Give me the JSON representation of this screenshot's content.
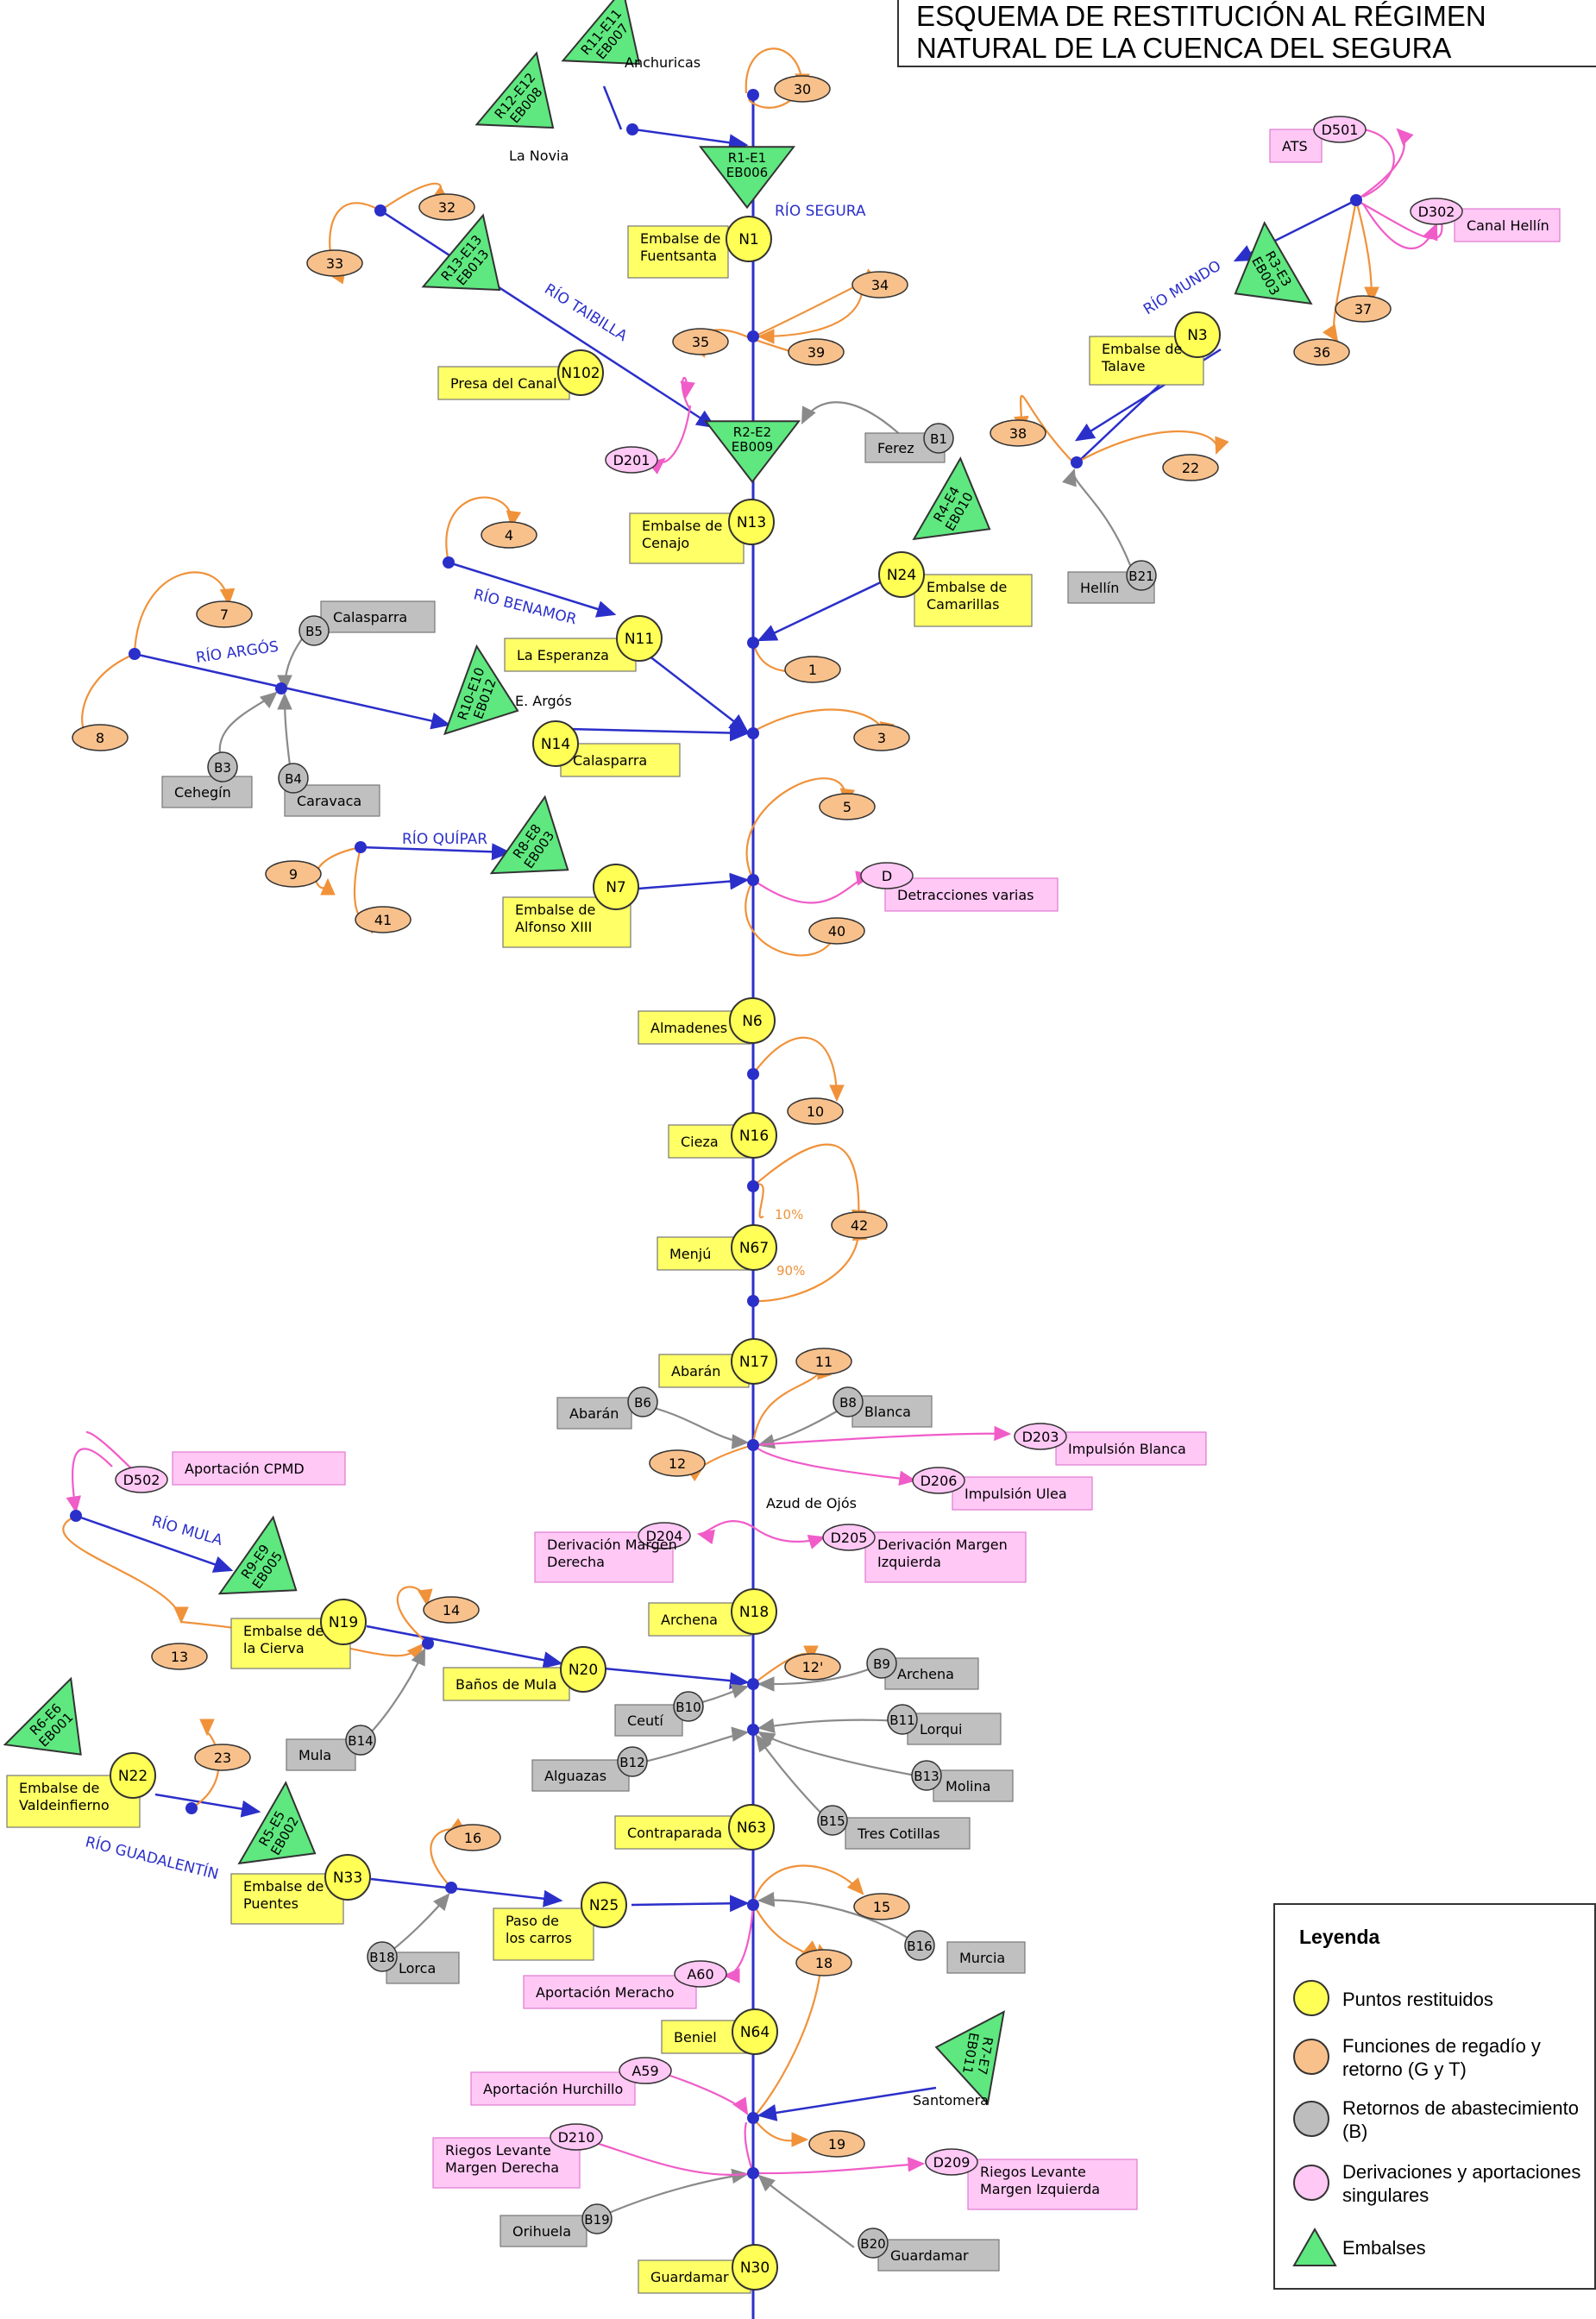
{
  "title": "ESQUEMA DE RESTITUCIÓN AL RÉGIMEN NATURAL DE LA CUENCA DEL SEGURA",
  "title_lines": [
    "ESQUEMA DE RESTITUCIÓN AL RÉGIMEN",
    "NATURAL DE LA CUENCA DEL SEGURA"
  ],
  "colors": {
    "river": "#2b2fc9",
    "irrigation": "#f0923a",
    "supply": "#8a8a8a",
    "derivation": "#f05cc8",
    "node_fill": "#ffff55",
    "irrigation_fill": "#f8c18c",
    "supply_fill": "#bdbdbd",
    "derivation_fill": "#ffc8f5",
    "reservoir_fill": "#5ee87f",
    "label_yellow": "#ffff66",
    "label_pink": "#ffc8f5",
    "label_gray": "#c0c0c0"
  },
  "rivers": [
    "RÍO SEGURA",
    "RÍO MUNDO",
    "RÍO TAIBILLA",
    "RÍO BENAMOR",
    "RÍO ARGÓS",
    "RÍO QUÍPAR",
    "RÍO MULA",
    "RÍO GUADALENTÍN"
  ],
  "reservoirs": [
    "R11-E11 EB007",
    "R12-E12 EB008",
    "R1-E1 EB006",
    "R13-E13 EB013",
    "R2-E2 EB009",
    "R3-E3 EB003",
    "R4-E4 EB010",
    "R10-E10 EB012",
    "R8-E8 EB003",
    "R9-E9 EB005",
    "R6-E6 EB001",
    "R5-E5 EB002",
    "R7-E7 EB011"
  ],
  "nodes": [
    "N1",
    "N102",
    "N3",
    "N13",
    "N24",
    "N11",
    "N14",
    "N7",
    "N6",
    "N16",
    "N67",
    "N17",
    "N18",
    "N19",
    "N20",
    "N22",
    "N33",
    "N25",
    "N63",
    "N64",
    "N30"
  ],
  "yellow_labels": [
    "Embalse de Fuentsanta",
    "Presa del Canal",
    "Embalse de Talave",
    "Embalse de Cenajo",
    "Embalse de Camarillas",
    "La Esperanza",
    "Calasparra",
    "Embalse de Alfonso XIII",
    "Almadenes",
    "Cieza",
    "Menjú",
    "Abarán",
    "Archena",
    "Embalse de la Cierva",
    "Baños de Mula",
    "Embalse de Valdeinfierno",
    "Embalse de Puentes",
    "Paso de los carros",
    "Contraparada",
    "Beniel",
    "Guardamar"
  ],
  "irrigation": [
    "30",
    "32",
    "33",
    "34",
    "35",
    "39",
    "37",
    "36",
    "38",
    "22",
    "4",
    "7",
    "8",
    "1",
    "3",
    "5",
    "9",
    "41",
    "40",
    "10",
    "42",
    "11",
    "12",
    "14",
    "13",
    "12'",
    "23",
    "16",
    "15",
    "18",
    "19"
  ],
  "supply": [
    "B1",
    "B21",
    "B5",
    "B3",
    "B4",
    "B6",
    "B8",
    "B9",
    "B10",
    "B11",
    "B12",
    "B13",
    "B15",
    "B14",
    "B16",
    "B18",
    "B19",
    "B20"
  ],
  "supply_labels": [
    "Ferez",
    "Hellín",
    "Calasparra",
    "Cehegín",
    "Caravaca",
    "Abarán",
    "Blanca",
    "Archena",
    "Ceutí",
    "Lorqui",
    "Alguazas",
    "Molina",
    "Tres Cotillas",
    "Mula",
    "Murcia",
    "Lorca",
    "Orihuela",
    "Guardamar"
  ],
  "derivations": [
    "D501",
    "D302",
    "D201",
    "D",
    "D203",
    "D206",
    "D502",
    "D204",
    "D205",
    "A60",
    "A59",
    "D210",
    "D209"
  ],
  "derivation_labels": [
    "ATS",
    "Canal Hellín",
    "Detracciones varias",
    "Impulsión Blanca",
    "Impulsión Ulea",
    "Aportación CPMD",
    "Derivación Margen Derecha",
    "Derivación Margen Izquierda",
    "Aportación Meracho",
    "Aportación Hurchillo",
    "Riegos Levante Margen Derecha",
    "Riegos Levante Margen Izquierda"
  ],
  "plain_labels": [
    "Anchuricas",
    "La Novia",
    "E. Argós",
    "Azud de Ojós",
    "Santomera",
    "10%",
    "90%"
  ],
  "legend": {
    "title": "Leyenda",
    "items": [
      {
        "label": "Puntos restituidos",
        "symbol": "yellow-circle"
      },
      {
        "label": "Funciones de regadío y retorno (G y T)",
        "symbol": "orange-ellipse"
      },
      {
        "label": "Retornos de abastecimiento (B)",
        "symbol": "gray-circle"
      },
      {
        "label": "Derivaciones y aportaciones singulares",
        "symbol": "pink-ellipse"
      },
      {
        "label": "Embalses",
        "symbol": "green-triangle"
      }
    ]
  }
}
